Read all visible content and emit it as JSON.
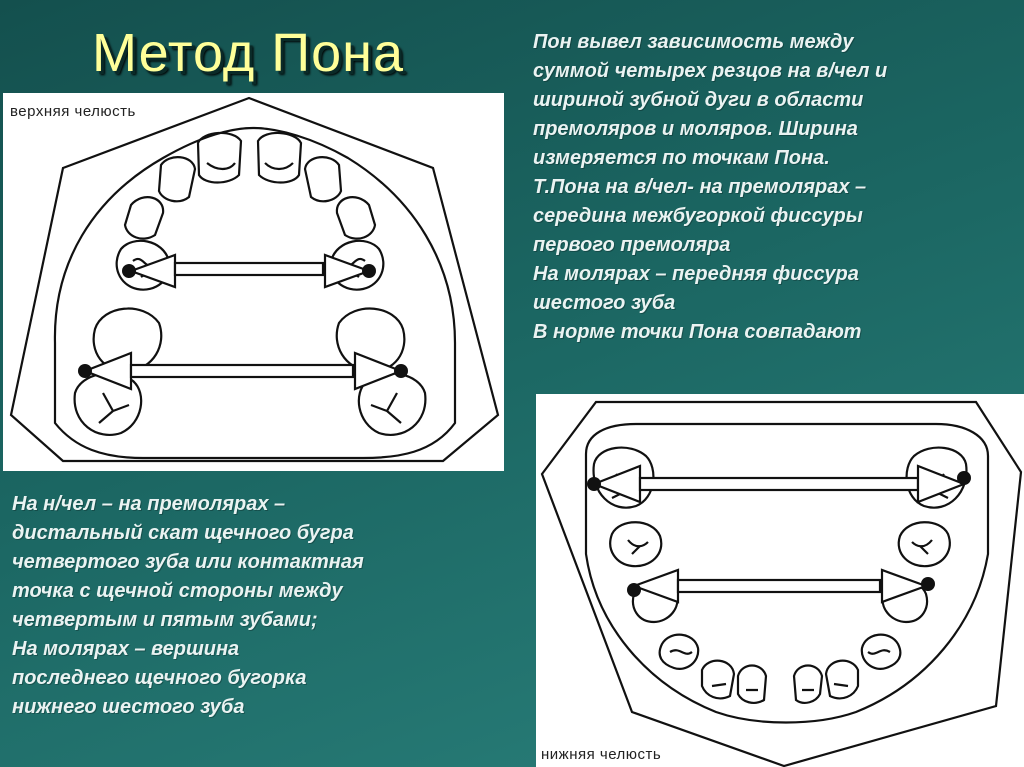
{
  "slide": {
    "title": "Метод Пона",
    "background_color": "#1b6662",
    "title_color": "#ffff99"
  },
  "upper_figure": {
    "label": "верхняя челюсть"
  },
  "lower_figure": {
    "label": "нижняя челюсть"
  },
  "description_upper": [
    "Пон вывел зависимость между",
    "суммой четырех резцов на в/чел и",
    "шириной зубной дуги в области",
    "премоляров и моляров. Ширина",
    "измеряется по точкам Пона.",
    "Т.Пона на в/чел- на премолярах –",
    "середина межбугоркой фиссуры",
    "первого премоляра",
    "На молярах – передняя фиссура",
    "шестого зуба",
    "В норме точки Пона совпадают"
  ],
  "description_lower": [
    "На н/чел – на премолярах –",
    "дистальный скат щечного бугра",
    "четвертого зуба или контактная",
    "точка с щечной стороны между",
    "четвертым и пятым зубами;",
    "На молярах – вершина",
    "последнего щечного бугорка",
    "нижнего шестого зуба"
  ]
}
